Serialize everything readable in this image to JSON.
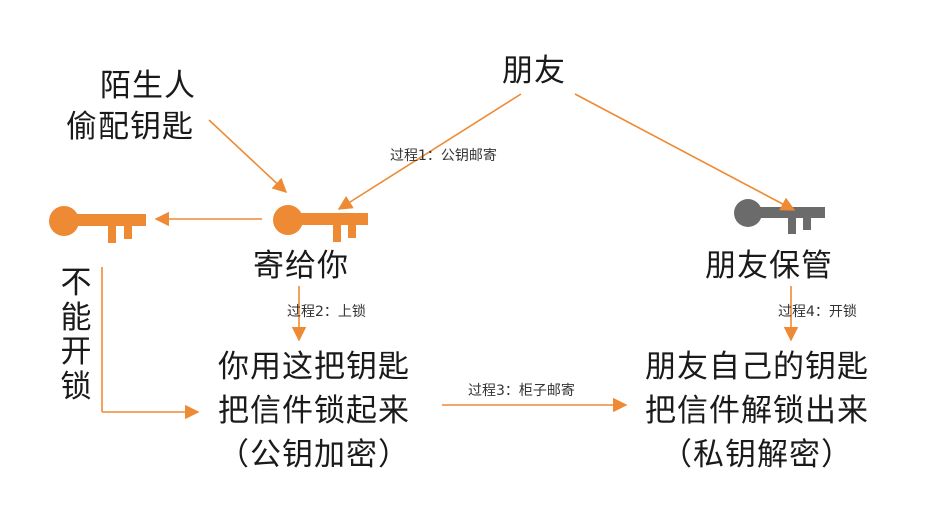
{
  "nodes": {
    "friend": "朋友",
    "stranger_line1": "陌生人",
    "stranger_line2": "偷配钥匙",
    "send_to_you": "寄给你",
    "friend_keeps": "朋友保管",
    "cannot_unlock": [
      "不",
      "能",
      "开",
      "锁"
    ],
    "you_lock_line1": "你用这把钥匙",
    "you_lock_line2": "把信件锁起来",
    "you_lock_line3": "（公钥加密）",
    "friend_unlock_line1": "朋友自己的钥匙",
    "friend_unlock_line2": "把信件解锁出来",
    "friend_unlock_line3": "（私钥解密）"
  },
  "steps": {
    "step1": "过程1：公钥邮寄",
    "step2": "过程2：上锁",
    "step3": "过程3：柜子邮寄",
    "step4": "过程4：开锁"
  },
  "colors": {
    "accent": "#ee8a34",
    "gray_key": "#6b6b6b",
    "text": "#1a1a1a"
  },
  "icons": {
    "left_key": "orange-key-icon",
    "public_key": "orange-key-icon",
    "private_key": "gray-key-icon"
  }
}
